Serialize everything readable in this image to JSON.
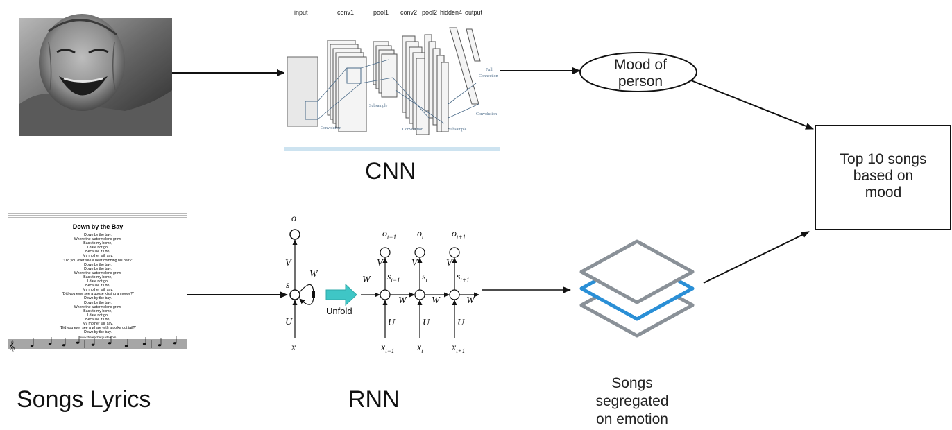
{
  "labels": {
    "cnn": "CNN",
    "rnn": "RNN",
    "songs_lyrics": "Songs Lyrics",
    "mood_of_person": [
      "Mood of",
      "person"
    ],
    "top_songs": [
      "Top 10 songs",
      "based on",
      "mood"
    ],
    "songs_segregated": [
      "Songs",
      "segregated",
      "on emotion"
    ],
    "unfold": "Unfold"
  },
  "cnn_layers": {
    "input": "input",
    "conv1": "conv1",
    "pool1": "pool1",
    "conv2": "conv2",
    "pool2": "pool2",
    "hidden4": "hidden4",
    "output": "output",
    "convolution": "Convolution",
    "subsample": "Subsample",
    "full_connection": [
      "Full",
      "Connection"
    ]
  },
  "rnn_vars": {
    "o": "o",
    "s": "s",
    "x": "x",
    "V": "V",
    "W": "W",
    "U": "U",
    "t_minus": "t−1",
    "t": "t",
    "t_plus": "t+1"
  },
  "lyrics": {
    "title": "Down by the Bay",
    "lines": [
      "Down by the bay,",
      "Where the watermelons grow.",
      "Back to my home,",
      "I dare not go.",
      "Because if I do,",
      "My mother will say,",
      "\"Did you ever see a bear combing his hair?\"",
      "Down by the bay.",
      "Down by the bay,",
      "Where the watermelons grow.",
      "Back to my home,",
      "I dare not go.",
      "Because if I do,",
      "My mother will say,",
      "\"Did you ever see a goose kissing a moose?\"",
      "Down by the bay.",
      "Down by the bay,",
      "Where the watermelons grow.",
      "Back to my home,",
      "I dare not go.",
      "Because if I do,",
      "My mother will say,",
      "\"Did you ever see a whale with a polka dot tail?\"",
      "Down by the bay."
    ],
    "url": "www.theteacherguide.com"
  },
  "colors": {
    "layer_highlight": "#2a8fd6",
    "layer_gray": "#8a9198",
    "unfold_arrow": "#3fc6c6",
    "ink": "#111111"
  }
}
